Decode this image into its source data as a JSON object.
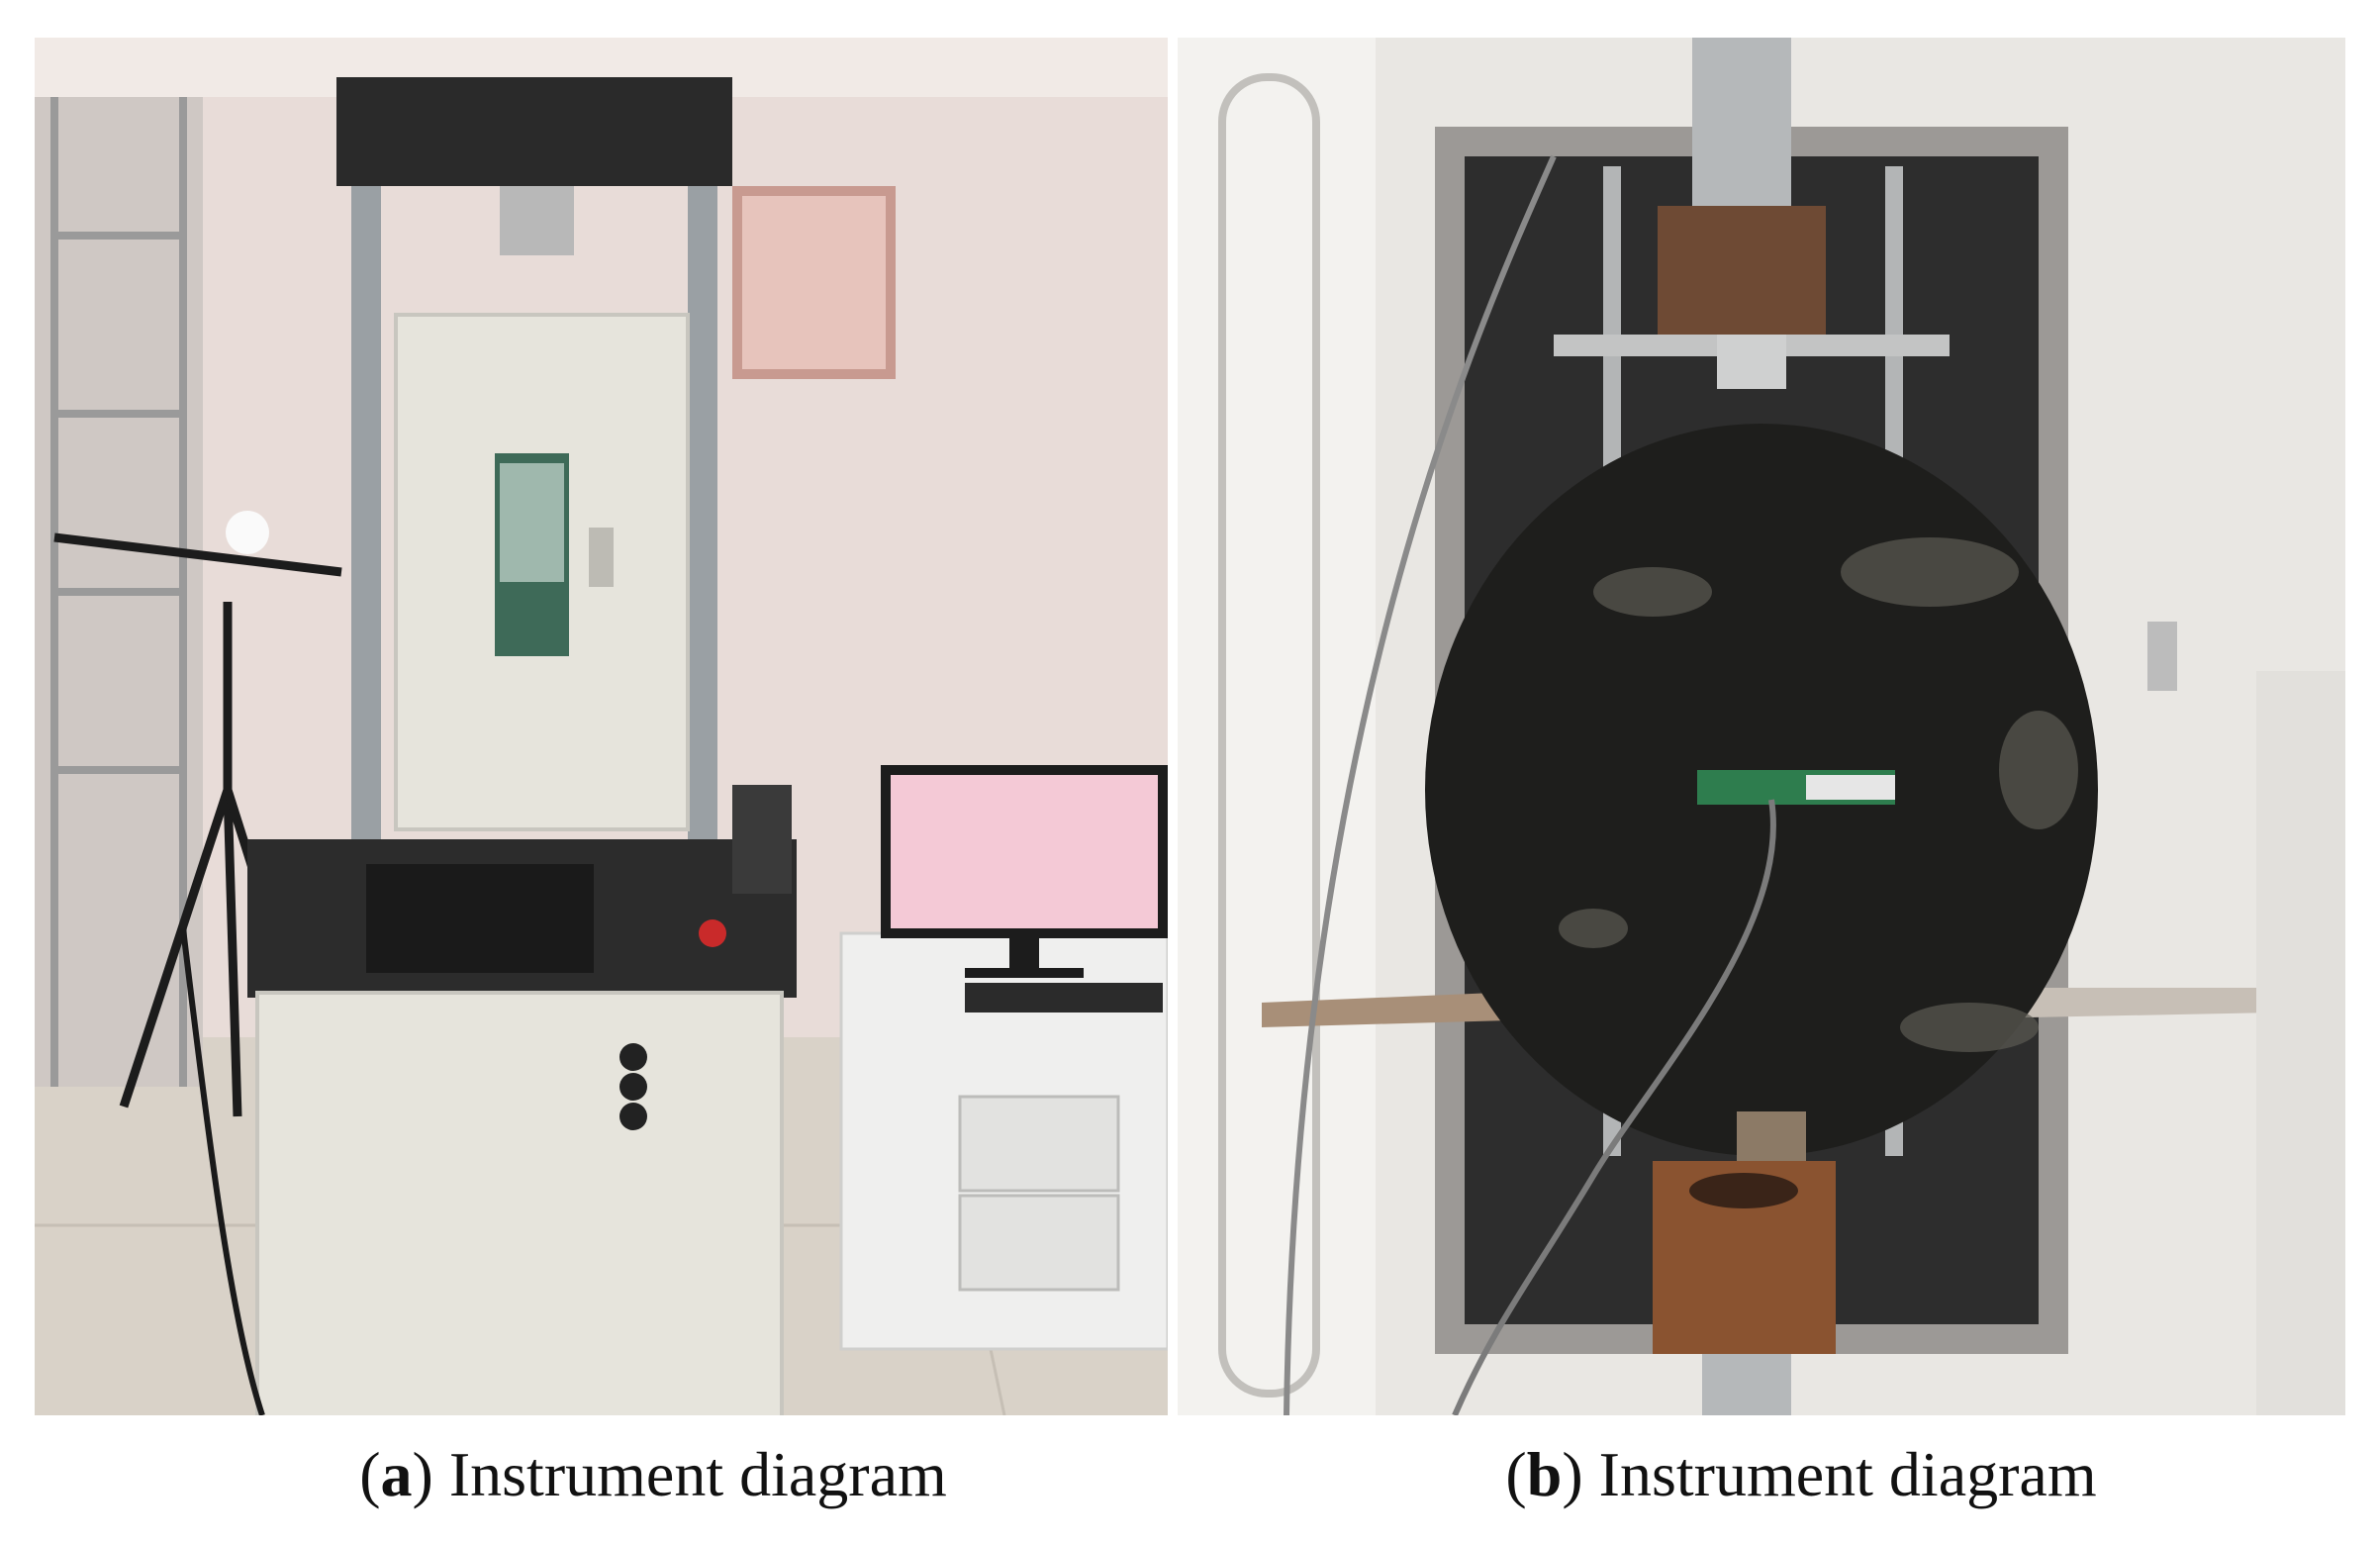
{
  "panels": [
    {
      "letter": "a",
      "caption_text": "Instrument diagram"
    },
    {
      "letter": "b",
      "caption_text": "Instrument diagram"
    }
  ],
  "colors": {
    "wall": "#e8dcd8",
    "floor": "#d9d2c8",
    "machine_cabinet": "#e6e4dc",
    "machine_frame": "#2a2a2a",
    "specimen": "#1e1e1c",
    "rusty_block": "#7a4a2e",
    "monitor_screen": "#f4c9d6"
  }
}
